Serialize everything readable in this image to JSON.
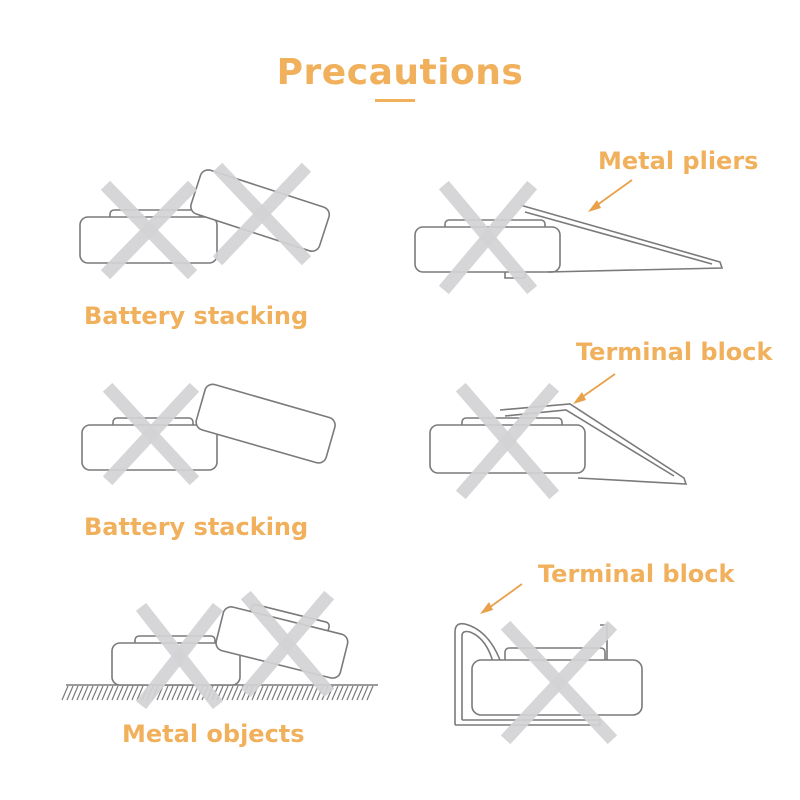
{
  "title": "Precautions",
  "labels": {
    "battery_stacking_1": "Battery stacking",
    "battery_stacking_2": "Battery stacking",
    "metal_objects": "Metal objects",
    "metal_pliers": "Metal pliers",
    "terminal_block_1": "Terminal block",
    "terminal_block_2": "Terminal block"
  },
  "colors": {
    "accent": "#f0b05c",
    "line": "#7a7a7a",
    "cross": "#d3d3d6",
    "arrow": "#e9a04a"
  },
  "icons": {
    "cross": "prohibited-x-icon",
    "arrow": "pointer-arrow-icon"
  }
}
